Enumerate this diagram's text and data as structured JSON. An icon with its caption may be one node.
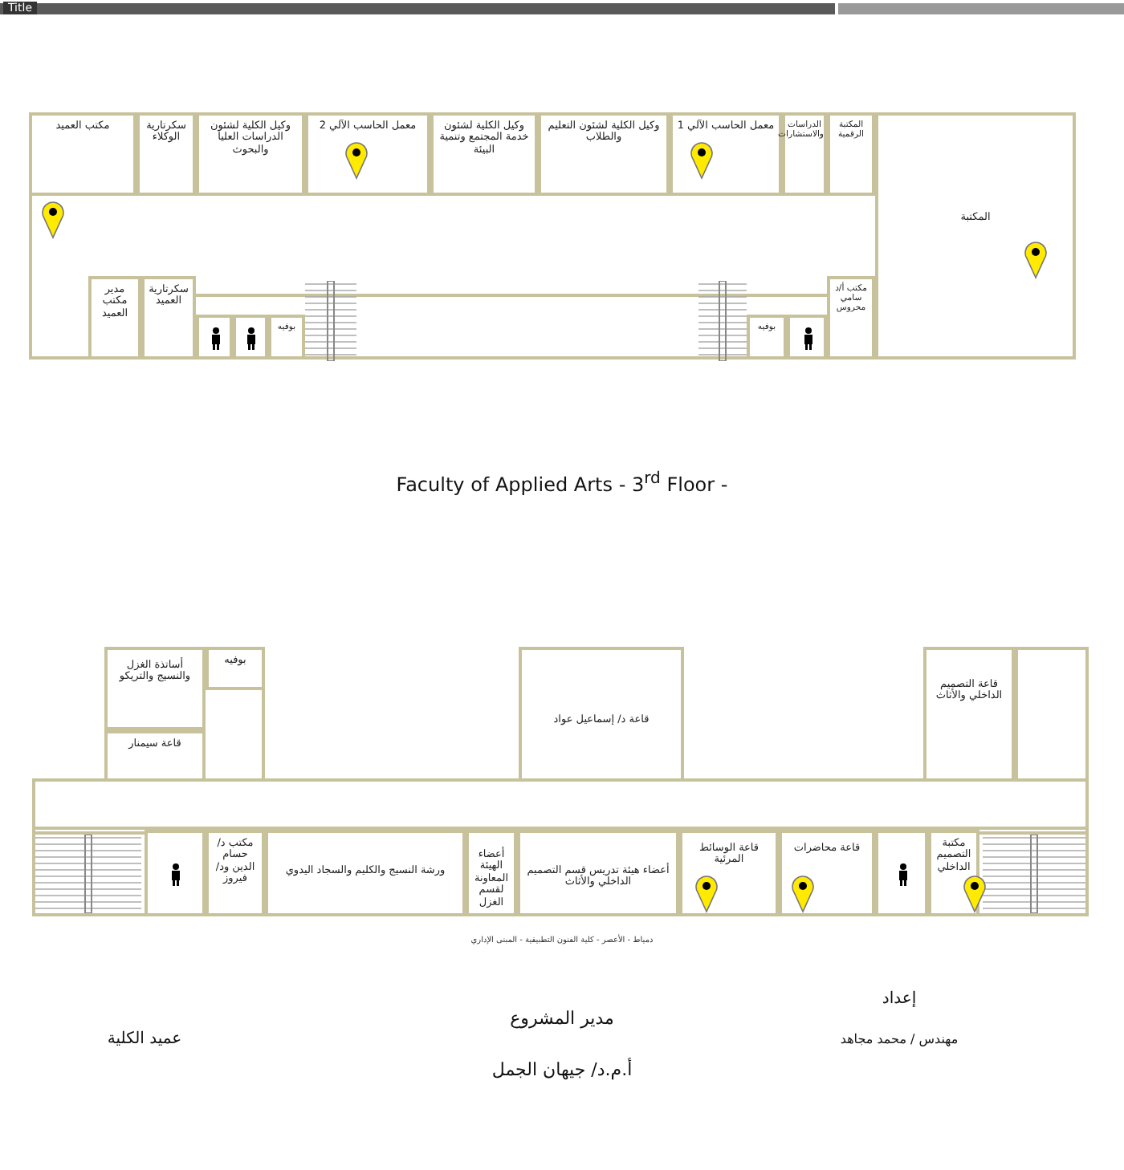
{
  "diagram": {
    "title": "Faculty of Applied Arts - 3$^{rd}$ Floor -",
    "nodes": [
      {
        "text": [
          "مكتب العميد"
        ]
      },
      {
        "text": [
          "سكرتارية الوكلاء"
        ]
      },
      {
        "text": [
          "وكيل الكلية لشئون الدراسات العليا والبحوث"
        ]
      },
      {
        "text": [
          "معمل الحاسب الآلي 2"
        ]
      },
      {
        "text": [
          "وكيل الكلية لشئون خدمة المجتمع وتنمية البيئة"
        ]
      },
      {
        "text": [
          "وكيل الكلية لشئون التعليم والطلاب"
        ]
      },
      {
        "text": [
          "معمل الحاسب الآلي 1"
        ]
      },
      {
        "text": [
          "الدراسات والاستشارات"
        ]
      },
      {
        "text": [
          "المكتبة الرقمية"
        ]
      },
      {
        "text": [
          "المكتبة"
        ]
      },
      {
        "text": [
          "مدير مكتب العميد"
        ]
      },
      {
        "text": [
          "سكرتارية العميد"
        ]
      },
      {
        "text": [],
        "shape": "box"
      },
      {
        "text": [],
        "shape": "box"
      },
      {
        "text": [
          "بوفيه"
        ]
      },
      {
        "text": [
          "بوفيه"
        ]
      },
      {
        "text": [],
        "shape": "box"
      },
      {
        "text": [
          "مكتب أ/د سامي محروس"
        ]
      },
      {
        "text": [
          "أساتذة الغزل والنسيج والتريكو"
        ]
      },
      {
        "text": [
          "بوفيه"
        ]
      },
      {
        "text": [
          "قاعة سيمنار"
        ]
      },
      {
        "text": [
          "قاعة د/ إسماعيل عواد"
        ]
      },
      {
        "text": [
          "قاعة التصميم الداخلي والأثاث"
        ]
      },
      {
        "text": [],
        "shape": "box"
      },
      {
        "text": [
          "مكتب د/ حسام الدين ود/ فيروز"
        ]
      },
      {
        "text": [
          "ورشة النسيج والكليم والسجاد اليدوي"
        ]
      },
      {
        "text": [
          "أعضاء الهيئة المعاونة لقسم الغزل"
        ]
      },
      {
        "text": [
          "أعضاء هيئة تدريس قسم التصميم الداخلي والأثاث"
        ]
      },
      {
        "text": [
          "قاعة الوسائط المرئية"
        ]
      },
      {
        "text": [
          "قاعة محاضرات"
        ]
      },
      {
        "text": [],
        "shape": "box"
      },
      {
        "text": [
          "مكتبة التصميم الداخلي"
        ]
      }
    ],
    "labels": [
      "Title",
      "دمياط - الأعصر - كلية الفنون التطبيقية - المبنى الإداري",
      "إعداد",
      "مهندس / محمد مجاهد",
      "مدير المشروع",
      "أ.م.د/ جيهان الجمل",
      "عميد الكلية"
    ]
  }
}
